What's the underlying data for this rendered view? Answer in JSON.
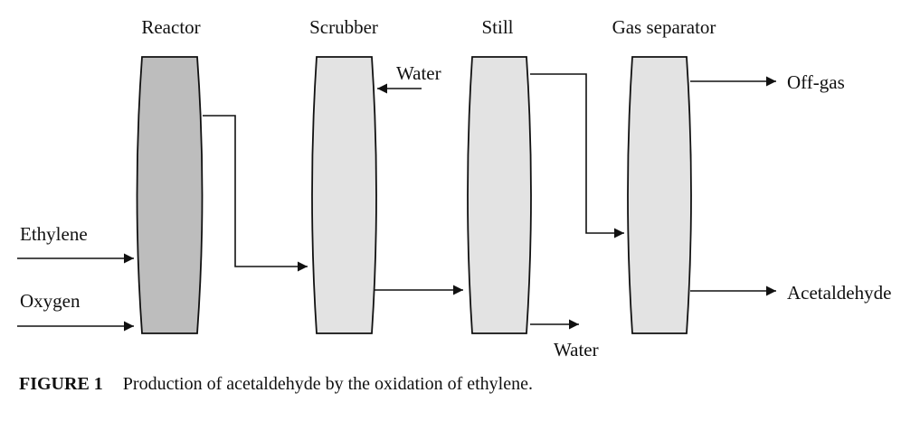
{
  "diagram": {
    "units": {
      "reactor": "Reactor",
      "scrubber": "Scrubber",
      "still": "Still",
      "separator": "Gas separator"
    },
    "streams": {
      "ethylene": "Ethylene",
      "oxygen": "Oxygen",
      "water_in": "Water",
      "water_out": "Water",
      "off_gas": "Off-gas",
      "acetaldehyde": "Acetaldehyde"
    },
    "colors": {
      "reactor_fill": "#bdbdbd",
      "vessel_fill": "#e3e3e3",
      "line": "#111111"
    }
  },
  "caption": {
    "number": "FIGURE 1",
    "text": "Production of acetaldehyde by the oxidation of ethylene."
  }
}
